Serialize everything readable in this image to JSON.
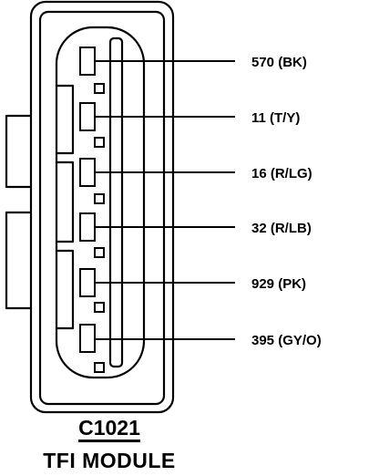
{
  "connector": {
    "id": "C1021",
    "name": "TFI MODULE"
  },
  "pins": [
    {
      "label": "570 (BK)"
    },
    {
      "label": "11 (T/Y)"
    },
    {
      "label": "16 (R/LG)"
    },
    {
      "label": "32 (R/LB)"
    },
    {
      "label": "929 (PK)"
    },
    {
      "label": "395 (GY/O)"
    }
  ],
  "colors": {
    "line": "#000000",
    "background": "#ffffff"
  }
}
